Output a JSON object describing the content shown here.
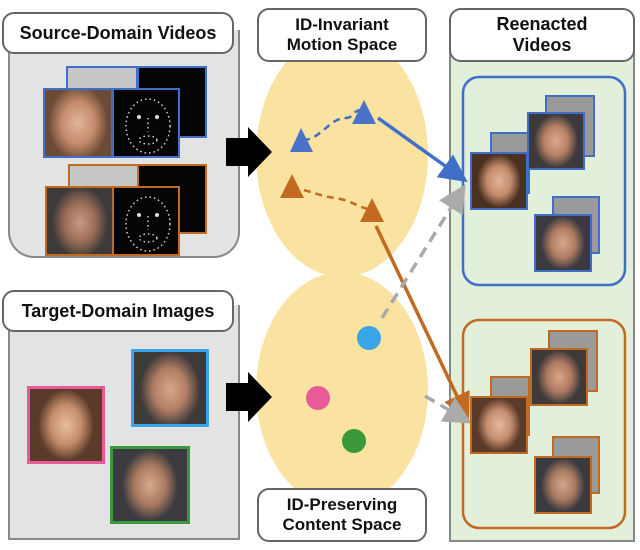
{
  "labels": {
    "source_videos": "Source-Domain Videos",
    "motion_space_line1": "ID-Invariant",
    "motion_space_line2": "Motion Space",
    "reenacted_line1": "Reenacted",
    "reenacted_line2": "Videos",
    "target_images": "Target-Domain Images",
    "content_space_line1": "ID-Preserving",
    "content_space_line2": "Content Space"
  },
  "colors": {
    "blue": "#3f6fc6",
    "orange": "#c06a22",
    "pink": "#e85a98",
    "light_blue": "#3aa6e8",
    "green": "#3a9a3a",
    "ellipse": "#fae2a0",
    "left_panel": "#e3e3e3",
    "right_panel": "#e2efda",
    "dashed_gray": "#aaaaaa"
  }
}
